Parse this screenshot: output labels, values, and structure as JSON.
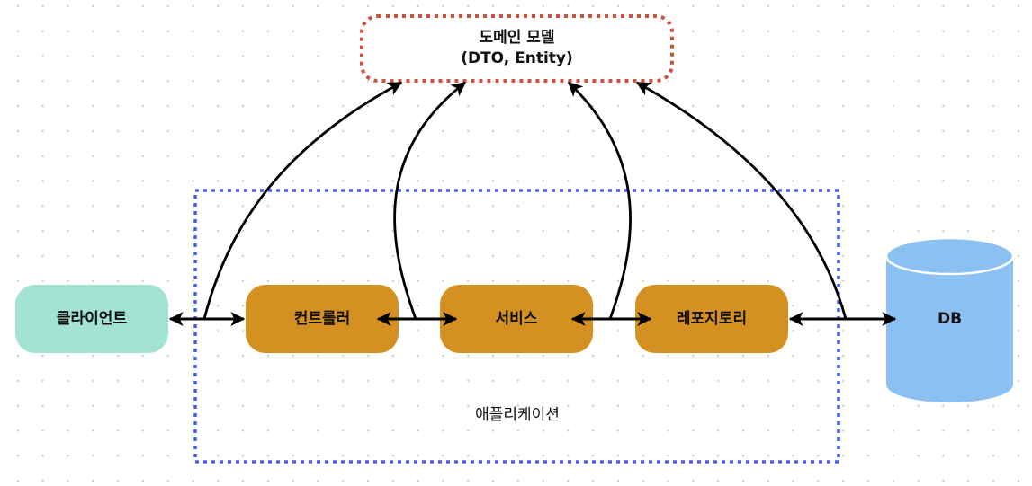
{
  "diagram": {
    "domain_model": {
      "line1": "도메인 모델",
      "line2": "(DTO, Entity)"
    },
    "application_container": {
      "label": "애플리케이션"
    },
    "nodes": {
      "client": "클라이언트",
      "controller": "컨트롤러",
      "service": "서비스",
      "repository": "레포지토리",
      "db": "DB"
    },
    "colors": {
      "client_fill": "#a3e3d3",
      "component_fill": "#d49122",
      "db_fill": "#8bc1f2",
      "domain_border": "#c9553f",
      "container_border": "#4a5cee",
      "arrow": "#000000"
    },
    "edges": [
      {
        "from": "client",
        "to": "controller",
        "type": "bidirectional"
      },
      {
        "from": "controller",
        "to": "service",
        "type": "bidirectional"
      },
      {
        "from": "service",
        "to": "repository",
        "type": "bidirectional"
      },
      {
        "from": "repository",
        "to": "db",
        "type": "bidirectional"
      },
      {
        "from": "client-controller-link",
        "to": "domain_model",
        "type": "directed"
      },
      {
        "from": "controller-service-link",
        "to": "domain_model",
        "type": "directed"
      },
      {
        "from": "service-repository-link",
        "to": "domain_model",
        "type": "directed"
      },
      {
        "from": "repository-db-link",
        "to": "domain_model",
        "type": "directed"
      }
    ]
  }
}
